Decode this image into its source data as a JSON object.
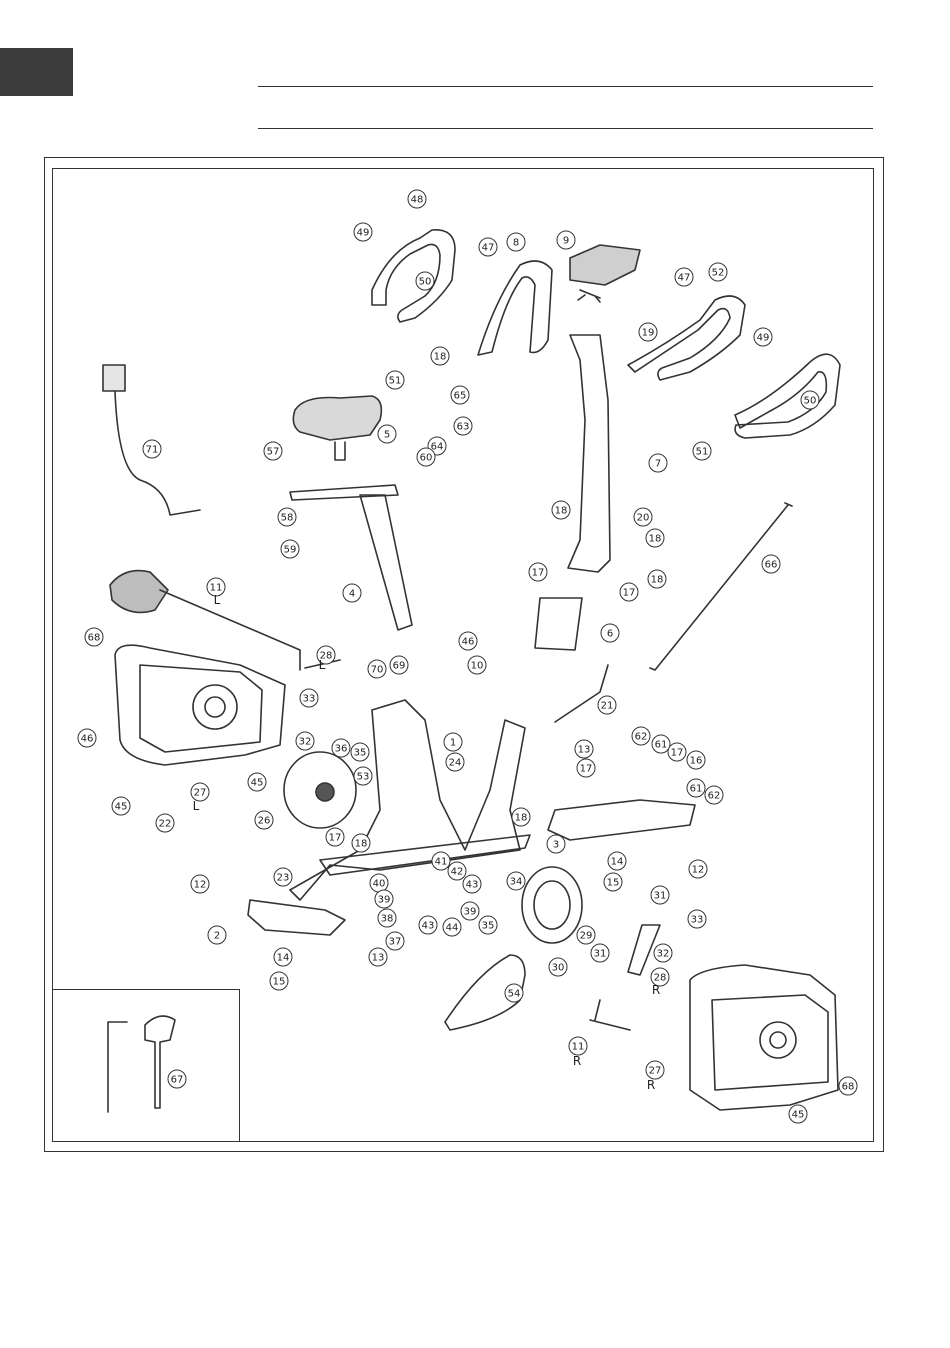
{
  "parts": [
    {
      "label": "48"
    },
    {
      "label": "49"
    },
    {
      "label": "50"
    },
    {
      "label": "51"
    },
    {
      "label": "47"
    },
    {
      "label": "8"
    },
    {
      "label": "9"
    },
    {
      "label": "47"
    },
    {
      "label": "52"
    },
    {
      "label": "19"
    },
    {
      "label": "18"
    },
    {
      "label": "65"
    },
    {
      "label": "49"
    },
    {
      "label": "50"
    },
    {
      "label": "51"
    },
    {
      "label": "71"
    },
    {
      "label": "5"
    },
    {
      "label": "57"
    },
    {
      "label": "64"
    },
    {
      "label": "63"
    },
    {
      "label": "60"
    },
    {
      "label": "7"
    },
    {
      "label": "58"
    },
    {
      "label": "59"
    },
    {
      "label": "18"
    },
    {
      "label": "20"
    },
    {
      "label": "18"
    },
    {
      "label": "17"
    },
    {
      "label": "18"
    },
    {
      "label": "17"
    },
    {
      "label": "66"
    },
    {
      "label": "4"
    },
    {
      "label": "11"
    },
    {
      "label": "6"
    },
    {
      "label": "68"
    },
    {
      "label": "28"
    },
    {
      "label": "46"
    },
    {
      "label": "70"
    },
    {
      "label": "69"
    },
    {
      "label": "10"
    },
    {
      "label": "33"
    },
    {
      "label": "21"
    },
    {
      "label": "32"
    },
    {
      "label": "36"
    },
    {
      "label": "35"
    },
    {
      "label": "1"
    },
    {
      "label": "46"
    },
    {
      "label": "24"
    },
    {
      "label": "13"
    },
    {
      "label": "62"
    },
    {
      "label": "61"
    },
    {
      "label": "17"
    },
    {
      "label": "16"
    },
    {
      "label": "45"
    },
    {
      "label": "53"
    },
    {
      "label": "17"
    },
    {
      "label": "45"
    },
    {
      "label": "27"
    },
    {
      "label": "26"
    },
    {
      "label": "61"
    },
    {
      "label": "62"
    },
    {
      "label": "22"
    },
    {
      "label": "18"
    },
    {
      "label": "3"
    },
    {
      "label": "17"
    },
    {
      "label": "18"
    },
    {
      "label": "14"
    },
    {
      "label": "12"
    },
    {
      "label": "41"
    },
    {
      "label": "42"
    },
    {
      "label": "15"
    },
    {
      "label": "40"
    },
    {
      "label": "34"
    },
    {
      "label": "23"
    },
    {
      "label": "43"
    },
    {
      "label": "31"
    },
    {
      "label": "12"
    },
    {
      "label": "39"
    },
    {
      "label": "39"
    },
    {
      "label": "38"
    },
    {
      "label": "43"
    },
    {
      "label": "44"
    },
    {
      "label": "35"
    },
    {
      "label": "29"
    },
    {
      "label": "33"
    },
    {
      "label": "2"
    },
    {
      "label": "30"
    },
    {
      "label": "31"
    },
    {
      "label": "32"
    },
    {
      "label": "37"
    },
    {
      "label": "13"
    },
    {
      "label": "14"
    },
    {
      "label": "28"
    },
    {
      "label": "15"
    },
    {
      "label": "54"
    },
    {
      "label": "11"
    },
    {
      "label": "27"
    },
    {
      "label": "67"
    },
    {
      "label": "68"
    },
    {
      "label": "45"
    }
  ],
  "side_marks": [
    {
      "text": "L"
    },
    {
      "text": "L"
    },
    {
      "text": "L"
    },
    {
      "text": "R"
    },
    {
      "text": "R"
    },
    {
      "text": "R"
    }
  ]
}
